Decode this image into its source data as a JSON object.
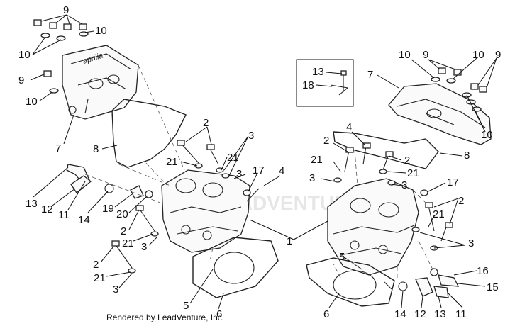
{
  "diagram": {
    "footer": "Rendered by LeadVenture, Inc.",
    "watermark": "LEADVENTURE",
    "labels": [
      {
        "id": "l9a",
        "text": "9"
      },
      {
        "id": "l10a",
        "text": "10"
      },
      {
        "id": "l10b",
        "text": "10"
      },
      {
        "id": "l9b",
        "text": "9"
      },
      {
        "id": "l10c",
        "text": "10"
      },
      {
        "id": "l7a",
        "text": "7"
      },
      {
        "id": "l8a",
        "text": "8"
      },
      {
        "id": "l2a",
        "text": "2"
      },
      {
        "id": "l3a",
        "text": "3"
      },
      {
        "id": "l21a",
        "text": "21"
      },
      {
        "id": "l21b",
        "text": "21"
      },
      {
        "id": "l3b",
        "text": "3"
      },
      {
        "id": "l17a",
        "text": "17"
      },
      {
        "id": "l4a",
        "text": "4"
      },
      {
        "id": "l13a",
        "text": "13"
      },
      {
        "id": "l12a",
        "text": "12"
      },
      {
        "id": "l11a",
        "text": "11"
      },
      {
        "id": "l14a",
        "text": "14"
      },
      {
        "id": "l19",
        "text": "19"
      },
      {
        "id": "l20",
        "text": "20"
      },
      {
        "id": "l2b",
        "text": "2"
      },
      {
        "id": "l21c",
        "text": "21"
      },
      {
        "id": "l3c",
        "text": "3"
      },
      {
        "id": "l2c",
        "text": "2"
      },
      {
        "id": "l21d",
        "text": "21"
      },
      {
        "id": "l3d",
        "text": "3"
      },
      {
        "id": "l5a",
        "text": "5"
      },
      {
        "id": "l6a",
        "text": "6"
      },
      {
        "id": "l1",
        "text": "1"
      },
      {
        "id": "l13b",
        "text": "13"
      },
      {
        "id": "l18",
        "text": "18"
      },
      {
        "id": "l10d",
        "text": "10"
      },
      {
        "id": "l9c",
        "text": "9"
      },
      {
        "id": "l10e",
        "text": "10"
      },
      {
        "id": "l9d",
        "text": "9"
      },
      {
        "id": "l7b",
        "text": "7"
      },
      {
        "id": "l10f",
        "text": "10"
      },
      {
        "id": "l4b",
        "text": "4"
      },
      {
        "id": "l2d",
        "text": "2"
      },
      {
        "id": "l21e",
        "text": "21"
      },
      {
        "id": "l3e",
        "text": "3"
      },
      {
        "id": "l2e",
        "text": "2"
      },
      {
        "id": "l21f",
        "text": "21"
      },
      {
        "id": "l3f",
        "text": "3"
      },
      {
        "id": "l8b",
        "text": "8"
      },
      {
        "id": "l17b",
        "text": "17"
      },
      {
        "id": "l2f",
        "text": "2"
      },
      {
        "id": "l21g",
        "text": "21"
      },
      {
        "id": "l3g",
        "text": "3"
      },
      {
        "id": "l5b",
        "text": "5"
      },
      {
        "id": "l16",
        "text": "16"
      },
      {
        "id": "l15",
        "text": "15"
      },
      {
        "id": "l6b",
        "text": "6"
      },
      {
        "id": "l14b",
        "text": "14"
      },
      {
        "id": "l12b",
        "text": "12"
      },
      {
        "id": "l13c",
        "text": "13"
      },
      {
        "id": "l11b",
        "text": "11"
      }
    ]
  }
}
